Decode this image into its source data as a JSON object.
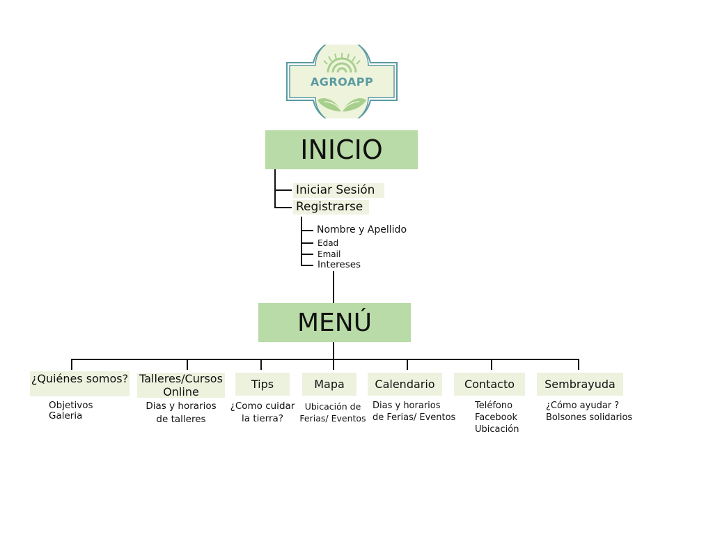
{
  "logo": {
    "text": "AGROAPP"
  },
  "inicio": {
    "title": "INICIO",
    "options": [
      "Iniciar Sesión",
      "Registrarse"
    ],
    "register_fields": [
      "Nombre y Apellido",
      "Edad",
      "Email",
      "Intereses"
    ]
  },
  "menu": {
    "title": "MENÚ",
    "categories": [
      {
        "label": "¿Quiénes somos?",
        "details": [
          "Objetivos",
          "Galeria"
        ]
      },
      {
        "label_lines": [
          "Talleres/Cursos",
          "Online"
        ],
        "details": [
          "Dias y horarios",
          "de talleres"
        ]
      },
      {
        "label": "Tips",
        "details": [
          "¿Como cuidar",
          "la tierra?"
        ]
      },
      {
        "label": "Mapa",
        "details": [
          "Ubicación de",
          "Ferias/ Eventos"
        ]
      },
      {
        "label": "Calendario",
        "details": [
          "Dias y horarios",
          "de Ferias/ Eventos"
        ]
      },
      {
        "label": "Contacto",
        "details": [
          "Teléfono",
          "Facebook",
          "Ubicación"
        ]
      },
      {
        "label": "Sembrayuda",
        "details": [
          "¿Cómo ayudar ?",
          "Bolsones solidarios"
        ]
      }
    ]
  },
  "colors": {
    "box_green": "#b9dba7",
    "tag_cream": "#edf2df",
    "logo_teal": "#5a9aa0",
    "logo_green": "#a7cf8c"
  }
}
